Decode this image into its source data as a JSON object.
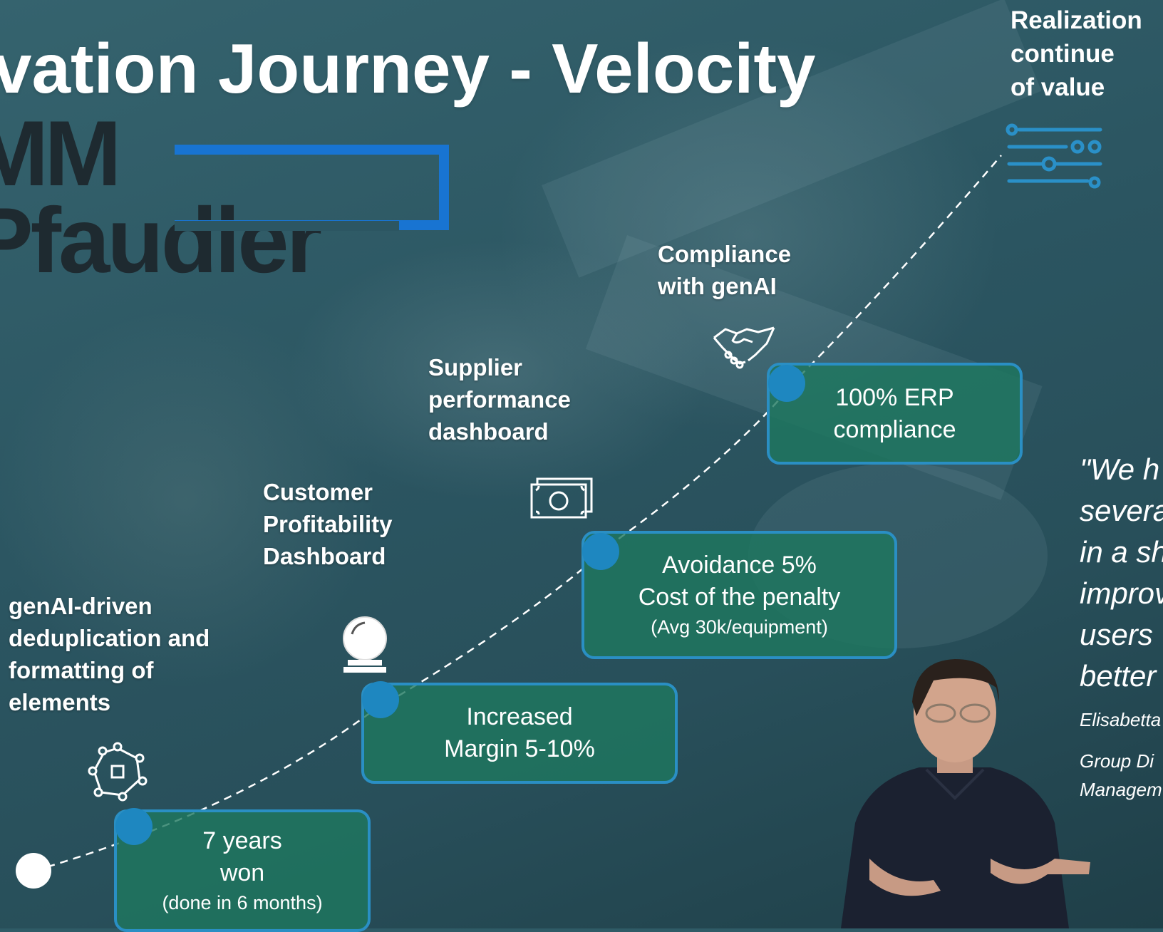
{
  "slide": {
    "title": "vation Journey - Velocity",
    "logo": {
      "line1": "MM",
      "line2": "Pfaudler",
      "accent_color": "#1874d2"
    },
    "top_right": {
      "lines": [
        "Realization",
        "continue",
        "of value"
      ]
    },
    "milestones": [
      {
        "label_lines": [
          "genAI-driven",
          "deduplication and",
          "formatting of",
          "elements"
        ],
        "icon": "network-hub-icon",
        "box_lines": [
          "7 years",
          "won"
        ],
        "box_small": "(done in 6 months)"
      },
      {
        "label_lines": [
          "Customer",
          "Profitability",
          "Dashboard"
        ],
        "icon": "crystal-ball-icon",
        "box_lines": [
          "Increased",
          "Margin 5-10%"
        ],
        "box_small": ""
      },
      {
        "label_lines": [
          "Supplier",
          "performance",
          "dashboard"
        ],
        "icon": "banknote-icon",
        "box_lines": [
          "Avoidance 5%",
          "Cost of the penalty"
        ],
        "box_small": "(Avg 30k/equipment)"
      },
      {
        "label_lines": [
          "Compliance",
          "with genAI"
        ],
        "icon": "handshake-icon",
        "box_lines": [
          "100% ERP",
          "compliance"
        ],
        "box_small": ""
      }
    ],
    "quote": {
      "lines": [
        "\"We h",
        "severa",
        "in a sh",
        "improv",
        "users",
        "better"
      ],
      "name": "Elisabetta",
      "role_lines": [
        "Group Di",
        "Managem"
      ]
    },
    "colors": {
      "box_fill": "#1e785f",
      "box_border": "#2a8fc4",
      "dot": "#1e87c0"
    }
  }
}
